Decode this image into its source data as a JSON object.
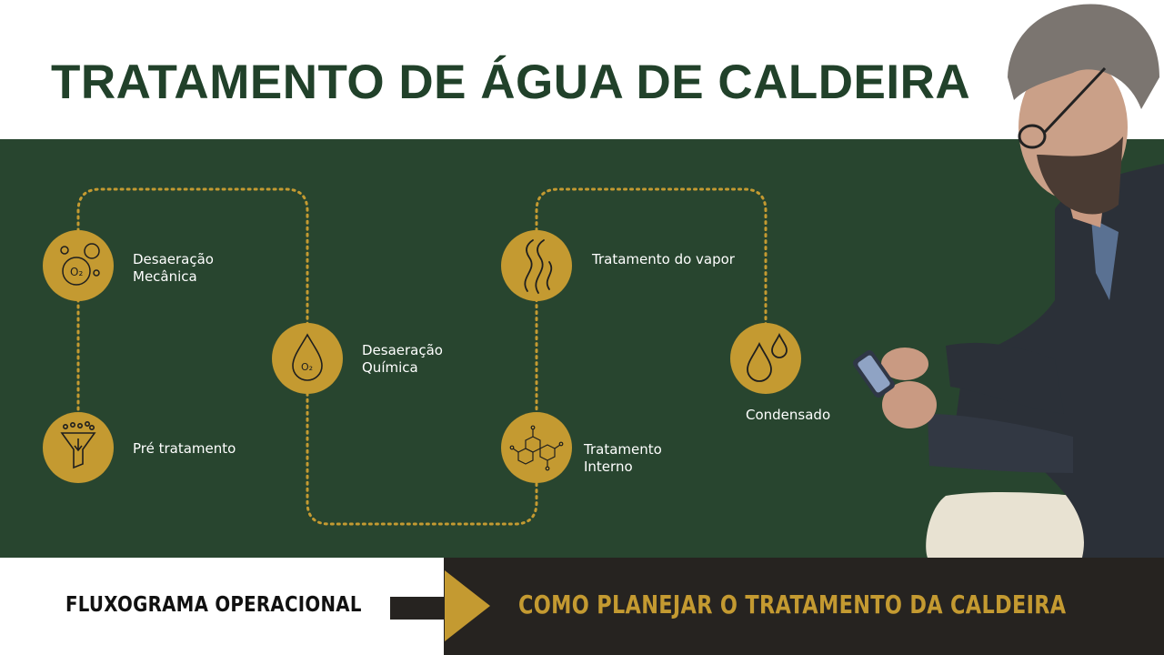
{
  "title": "TRATAMENTO DE ÁGUA DE CALDEIRA",
  "colors": {
    "title_green": "#21412a",
    "panel_green": "#28452f",
    "gold": "#c49a31",
    "dark_bar": "#262320"
  },
  "flow": {
    "nodes": [
      {
        "label": "Desaeração\nMecânica",
        "icon": "o2-bubbles-icon"
      },
      {
        "label": "Pré tratamento",
        "icon": "filter-funnel-icon"
      },
      {
        "label": "Desaeração\nQuímica",
        "icon": "o2-droplet-icon"
      },
      {
        "label": "Tratamento do vapor",
        "icon": "steam-icon"
      },
      {
        "label": "Tratamento\nInterno",
        "icon": "molecule-icon"
      },
      {
        "label": "Condensado",
        "icon": "water-drops-icon"
      }
    ],
    "o2_text": "O₂"
  },
  "footer": {
    "left_label": "FLUXOGRAMA OPERACIONAL",
    "right_label": "COMO PLANEJAR O TRATAMENTO DA CALDEIRA",
    "arrow_icon": "arrow-right-icon"
  },
  "presenter": {
    "icon": "presenter-photo"
  }
}
